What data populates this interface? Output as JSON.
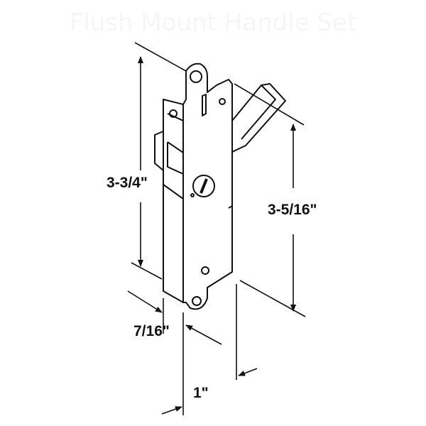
{
  "watermark": "Flush Mount Handle Set",
  "dimensions": {
    "height_overall": "3-3/4\"",
    "hole_spacing": "3-5/16\"",
    "width": "7/16\"",
    "depth": "1\""
  },
  "colors": {
    "line": "#111111",
    "background": "#ffffff"
  }
}
